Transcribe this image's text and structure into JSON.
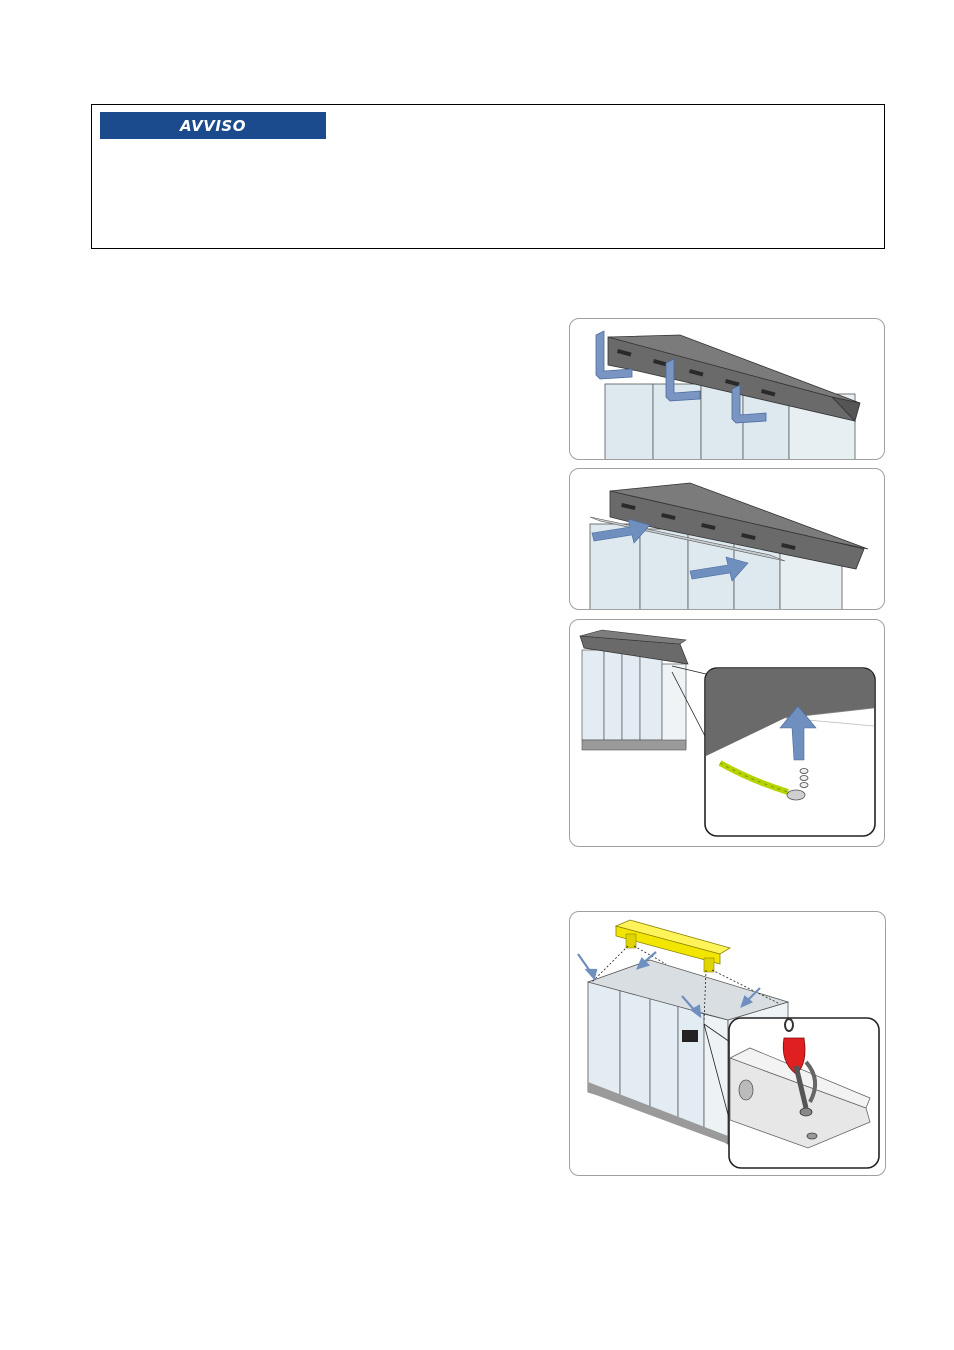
{
  "notice": {
    "badge_label": "AVVISO"
  },
  "figures": [
    {
      "id": "fig-remove-roof-brackets",
      "icon": "roof-brackets-removal-illustration"
    },
    {
      "id": "fig-slide-roof",
      "icon": "roof-slide-illustration"
    },
    {
      "id": "fig-grounding-cable",
      "icon": "grounding-cable-detail-illustration"
    },
    {
      "id": "fig-crane-lifting",
      "icon": "crane-lifting-beam-illustration"
    }
  ],
  "colors": {
    "badge_bg": "#1b4b8c",
    "arrow": "#6f8fbf",
    "roof": "#6a6a6a",
    "cabinet": "#dde8ef",
    "lifting_beam": "#f2e600",
    "shackle": "#e02020",
    "cable": "#b8d400"
  }
}
